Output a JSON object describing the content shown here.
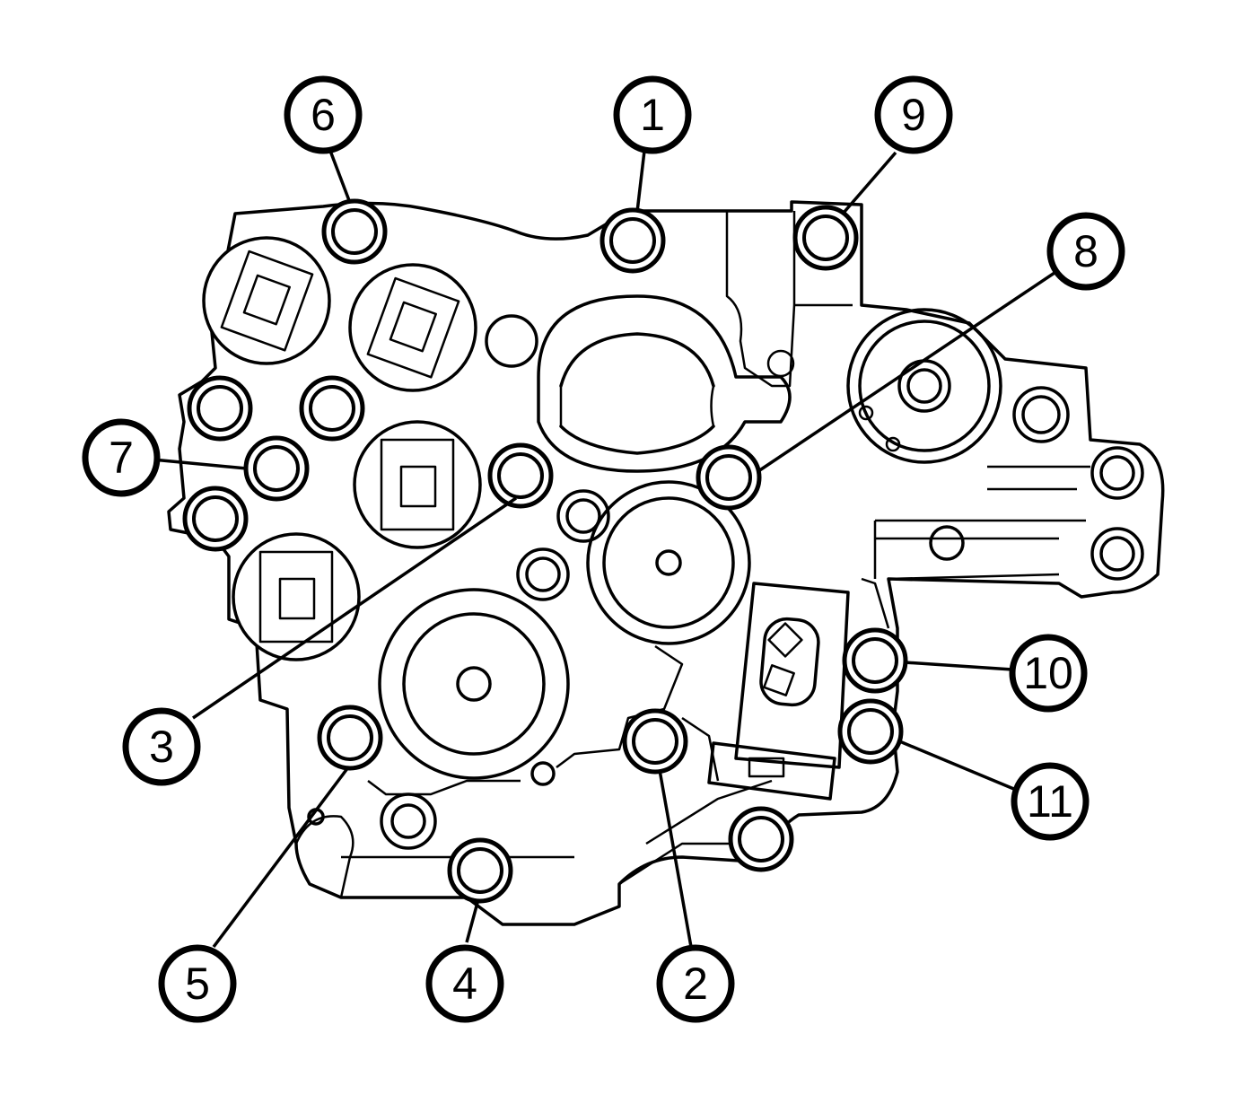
{
  "diagram": {
    "colors": {
      "line": "#000000",
      "background": "#ffffff"
    },
    "callouts": [
      {
        "id": "1",
        "label": "1"
      },
      {
        "id": "2",
        "label": "2"
      },
      {
        "id": "3",
        "label": "3"
      },
      {
        "id": "4",
        "label": "4"
      },
      {
        "id": "5",
        "label": "5"
      },
      {
        "id": "6",
        "label": "6"
      },
      {
        "id": "7",
        "label": "7"
      },
      {
        "id": "8",
        "label": "8"
      },
      {
        "id": "9",
        "label": "9"
      },
      {
        "id": "10",
        "label": "10"
      },
      {
        "id": "11",
        "label": "11"
      }
    ]
  }
}
